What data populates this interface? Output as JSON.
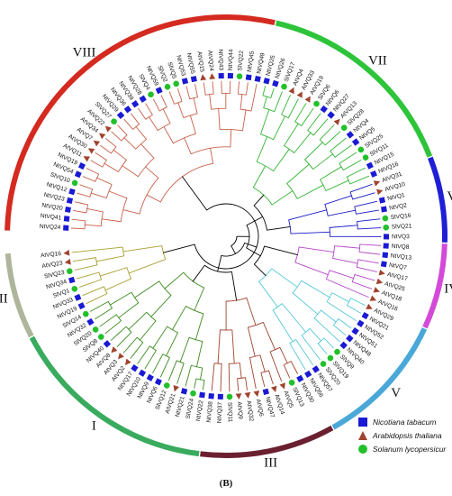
{
  "figure": {
    "panel_label": "(B)"
  },
  "legend": {
    "items": [
      {
        "marker": "square",
        "color": "#1a1ad4",
        "label": "Nicotiana tabacum"
      },
      {
        "marker": "triangle",
        "color": "#a0432e",
        "label": "Arabidopsis thaliana"
      },
      {
        "marker": "circle",
        "color": "#22c02a",
        "label": "Solanum lycopersicur"
      }
    ]
  },
  "groups": [
    {
      "label": "I",
      "color": "#3aab5e"
    },
    {
      "label": "II",
      "color": "#aeb59a"
    },
    {
      "label": "VIII",
      "color": "#d42a20"
    },
    {
      "label": "VII",
      "color": "#2ec43a"
    },
    {
      "label": "VI",
      "color": "#1f1fd6"
    },
    {
      "label": "IV",
      "color": "#d44ad8"
    },
    {
      "label": "V",
      "color": "#4aa8d8"
    },
    {
      "label": "III",
      "color": "#6a2030"
    }
  ],
  "clade_colors": {
    "I": "#3c8a1e",
    "II": "#a8a032",
    "VIII": "#c8604a",
    "VII": "#33b533",
    "VI": "#1a1ac8",
    "IV": "#b446c8",
    "V": "#55c8d8",
    "III": "#a0432e",
    "backbone": "#000000"
  },
  "leaves": [
    {
      "label": "NtVQ24",
      "sp": "Nt",
      "g": "VIII"
    },
    {
      "label": "NtVQ41",
      "sp": "Nt",
      "g": "VIII"
    },
    {
      "label": "NtVQ20",
      "sp": "Nt",
      "g": "VIII"
    },
    {
      "label": "NtVQ23",
      "sp": "Nt",
      "g": "VIII"
    },
    {
      "label": "NtVQ12",
      "sp": "Nt",
      "g": "VIII"
    },
    {
      "label": "SlVQ10",
      "sp": "Sl",
      "g": "VIII"
    },
    {
      "label": "NtVQ54",
      "sp": "Nt",
      "g": "VIII"
    },
    {
      "label": "NtVQ19",
      "sp": "Nt",
      "g": "VIII"
    },
    {
      "label": "AtVQ11",
      "sp": "At",
      "g": "VIII"
    },
    {
      "label": "AtVQ30",
      "sp": "At",
      "g": "VIII"
    },
    {
      "label": "AtVQ7",
      "sp": "At",
      "g": "VIII"
    },
    {
      "label": "AtVQ34",
      "sp": "At",
      "g": "VIII"
    },
    {
      "label": "AtVQ22",
      "sp": "At",
      "g": "VIII"
    },
    {
      "label": "SlVQ27",
      "sp": "Sl",
      "g": "VIII"
    },
    {
      "label": "NtVQ29",
      "sp": "Nt",
      "g": "VIII"
    },
    {
      "label": "NtVQ36",
      "sp": "Nt",
      "g": "VIII"
    },
    {
      "label": "NtVQ39",
      "sp": "Nt",
      "g": "VIII"
    },
    {
      "label": "NtVQ28",
      "sp": "Nt",
      "g": "VIII"
    },
    {
      "label": "SlVQ4",
      "sp": "Sl",
      "g": "VIII"
    },
    {
      "label": "NtVQ59",
      "sp": "Nt",
      "g": "VIII"
    },
    {
      "label": "SlVQ2",
      "sp": "Sl",
      "g": "VIII"
    },
    {
      "label": "SlVQ5",
      "sp": "Sl",
      "g": "VIII"
    },
    {
      "label": "NtVQ53",
      "sp": "Nt",
      "g": "VIII"
    },
    {
      "label": "NtVQ55",
      "sp": "Nt",
      "g": "VIII"
    },
    {
      "label": "AtVQ15",
      "sp": "At",
      "g": "VIII"
    },
    {
      "label": "AtVQ24",
      "sp": "At",
      "g": "VIII"
    },
    {
      "label": "NtVQ43",
      "sp": "Nt",
      "g": "VIII"
    },
    {
      "label": "NtVQ44",
      "sp": "Nt",
      "g": "VIII"
    },
    {
      "label": "SlVQ22",
      "sp": "Sl",
      "g": "VIII"
    },
    {
      "label": "NtVQ45",
      "sp": "Nt",
      "g": "VIII"
    },
    {
      "label": "NtVQ49",
      "sp": "Nt",
      "g": "VIII"
    },
    {
      "label": "NtVQ25",
      "sp": "Nt",
      "g": "VII"
    },
    {
      "label": "NtVQ26",
      "sp": "Nt",
      "g": "VII"
    },
    {
      "label": "SlVQ17",
      "sp": "Sl",
      "g": "VII"
    },
    {
      "label": "AtVQ4",
      "sp": "At",
      "g": "VII"
    },
    {
      "label": "AtVQ33",
      "sp": "At",
      "g": "VII"
    },
    {
      "label": "AtVQ19",
      "sp": "At",
      "g": "VII"
    },
    {
      "label": "SlVQ6",
      "sp": "Sl",
      "g": "VII"
    },
    {
      "label": "NtVQ6",
      "sp": "Nt",
      "g": "VII"
    },
    {
      "label": "NtVQ27",
      "sp": "Nt",
      "g": "VII"
    },
    {
      "label": "AtVQ13",
      "sp": "At",
      "g": "VII"
    },
    {
      "label": "SlVQ28",
      "sp": "Sl",
      "g": "VII"
    },
    {
      "label": "NtVQ4",
      "sp": "Nt",
      "g": "VII"
    },
    {
      "label": "NtVQ5",
      "sp": "Nt",
      "g": "VII"
    },
    {
      "label": "SlVQ25",
      "sp": "Sl",
      "g": "VII"
    },
    {
      "label": "SlVQ11",
      "sp": "Sl",
      "g": "VII"
    },
    {
      "label": "NtVQ15",
      "sp": "Nt",
      "g": "VII"
    },
    {
      "label": "NtVQ16",
      "sp": "Nt",
      "g": "VII"
    },
    {
      "label": "AtVQ31",
      "sp": "At",
      "g": "VI"
    },
    {
      "label": "AtVQ10",
      "sp": "At",
      "g": "VI"
    },
    {
      "label": "NtVQ1",
      "sp": "Nt",
      "g": "VI"
    },
    {
      "label": "NtVQ2",
      "sp": "Nt",
      "g": "VI"
    },
    {
      "label": "SlVQ16",
      "sp": "Sl",
      "g": "VI"
    },
    {
      "label": "SlVQ21",
      "sp": "Sl",
      "g": "VI"
    },
    {
      "label": "NtVQ3",
      "sp": "Nt",
      "g": "VI"
    },
    {
      "label": "NtVQ8",
      "sp": "Nt",
      "g": "IV"
    },
    {
      "label": "NtVQ13",
      "sp": "Nt",
      "g": "IV"
    },
    {
      "label": "NtVQ7",
      "sp": "Nt",
      "g": "IV"
    },
    {
      "label": "AtVQ17",
      "sp": "At",
      "g": "IV"
    },
    {
      "label": "AtVQ25",
      "sp": "At",
      "g": "IV"
    },
    {
      "label": "AtVQ18",
      "sp": "At",
      "g": "IV"
    },
    {
      "label": "AtVQ16",
      "sp": "At",
      "g": "IV"
    },
    {
      "label": "AtVQ29",
      "sp": "At",
      "g": "V"
    },
    {
      "label": "NtVQ21",
      "sp": "Nt",
      "g": "V"
    },
    {
      "label": "NtVQ52",
      "sp": "Nt",
      "g": "V"
    },
    {
      "label": "NtVQ51",
      "sp": "Nt",
      "g": "V"
    },
    {
      "label": "NtVQ48",
      "sp": "Nt",
      "g": "V"
    },
    {
      "label": "NtVQ40",
      "sp": "Nt",
      "g": "V"
    },
    {
      "label": "SlVQ9",
      "sp": "Sl",
      "g": "V"
    },
    {
      "label": "SlVQ19",
      "sp": "Sl",
      "g": "V"
    },
    {
      "label": "SlVQ20",
      "sp": "Sl",
      "g": "V"
    },
    {
      "label": "NtVQ57",
      "sp": "Nt",
      "g": "V"
    },
    {
      "label": "NtVQ56",
      "sp": "Nt",
      "g": "V"
    },
    {
      "label": "NtVQ30",
      "sp": "Nt",
      "g": "III"
    },
    {
      "label": "SlVQ13",
      "sp": "Sl",
      "g": "III"
    },
    {
      "label": "AtVQ5",
      "sp": "At",
      "g": "III"
    },
    {
      "label": "AtVQ14",
      "sp": "At",
      "g": "III"
    },
    {
      "label": "NtVQ47",
      "sp": "Nt",
      "g": "III"
    },
    {
      "label": "AtVQ6",
      "sp": "At",
      "g": "III"
    },
    {
      "label": "AtVQ32",
      "sp": "At",
      "g": "III"
    },
    {
      "label": "AtVQ9",
      "sp": "At",
      "g": "III"
    },
    {
      "label": "SlVQ11",
      "sp": "Sl",
      "g": "III"
    },
    {
      "label": "NtVQ37",
      "sp": "Nt",
      "g": "III"
    },
    {
      "label": "NtVQ38",
      "sp": "Nt",
      "g": "III"
    },
    {
      "label": "NtVQ22",
      "sp": "Nt",
      "g": "I"
    },
    {
      "label": "SlVQ24",
      "sp": "Sl",
      "g": "I"
    },
    {
      "label": "NtVQ21",
      "sp": "Nt",
      "g": "I"
    },
    {
      "label": "AtVQ21",
      "sp": "At",
      "g": "I"
    },
    {
      "label": "SlVQ12",
      "sp": "Sl",
      "g": "I"
    },
    {
      "label": "NtVQ6",
      "sp": "Nt",
      "g": "I"
    },
    {
      "label": "NtVQ9",
      "sp": "Nt",
      "g": "I"
    },
    {
      "label": "NtVQ10",
      "sp": "Nt",
      "g": "I"
    },
    {
      "label": "NtVQ17",
      "sp": "Nt",
      "g": "I"
    },
    {
      "label": "AtVQ2",
      "sp": "At",
      "g": "I"
    },
    {
      "label": "AtVQ3",
      "sp": "At",
      "g": "I"
    },
    {
      "label": "AtVQ8",
      "sp": "At",
      "g": "I"
    },
    {
      "label": "NtVQ40",
      "sp": "Nt",
      "g": "I"
    },
    {
      "label": "SlVQ8",
      "sp": "Sl",
      "g": "I"
    },
    {
      "label": "SlVQ20",
      "sp": "Sl",
      "g": "I"
    },
    {
      "label": "NtVQ32",
      "sp": "Nt",
      "g": "I"
    },
    {
      "label": "SlVQ14",
      "sp": "Sl",
      "g": "I"
    },
    {
      "label": "NtVQ19",
      "sp": "Nt",
      "g": "II"
    },
    {
      "label": "NtVQ33",
      "sp": "Nt",
      "g": "II"
    },
    {
      "label": "SlVQ1",
      "sp": "Sl",
      "g": "II"
    },
    {
      "label": "NtVQ34",
      "sp": "Nt",
      "g": "II"
    },
    {
      "label": "SlVQ23",
      "sp": "Sl",
      "g": "II"
    },
    {
      "label": "AtVQ23",
      "sp": "At",
      "g": "II"
    },
    {
      "label": "AtVQ16",
      "sp": "At",
      "g": "II"
    }
  ]
}
